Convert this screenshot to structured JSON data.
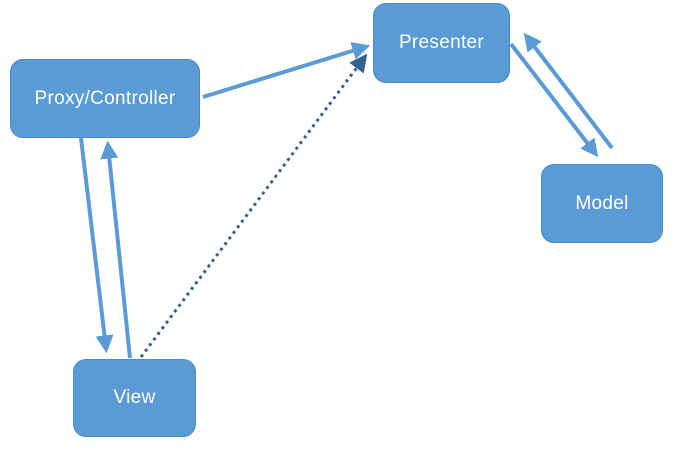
{
  "diagram": {
    "nodes": [
      {
        "id": "proxy-controller",
        "label": "Proxy/Controller"
      },
      {
        "id": "presenter",
        "label": "Presenter"
      },
      {
        "id": "model",
        "label": "Model"
      },
      {
        "id": "view",
        "label": "View"
      }
    ],
    "edges": [
      {
        "from": "Proxy/Controller",
        "to": "Presenter",
        "style": "solid",
        "arrowhead": "end"
      },
      {
        "from": "Proxy/Controller",
        "to": "View",
        "style": "solid",
        "arrowhead": "end"
      },
      {
        "from": "View",
        "to": "Proxy/Controller",
        "style": "solid",
        "arrowhead": "end"
      },
      {
        "from": "View",
        "to": "Presenter",
        "style": "dotted",
        "arrowhead": "end"
      },
      {
        "from": "Presenter",
        "to": "Model",
        "style": "solid",
        "arrowhead": "end"
      },
      {
        "from": "Model",
        "to": "Presenter",
        "style": "solid",
        "arrowhead": "end"
      }
    ],
    "colors": {
      "node_fill": "#5b9bd5",
      "node_border": "#4a89c8",
      "node_text": "#ffffff",
      "arrow": "#5b9bd5",
      "dotted_arrow": "#35618e",
      "background": "#ffffff"
    }
  }
}
